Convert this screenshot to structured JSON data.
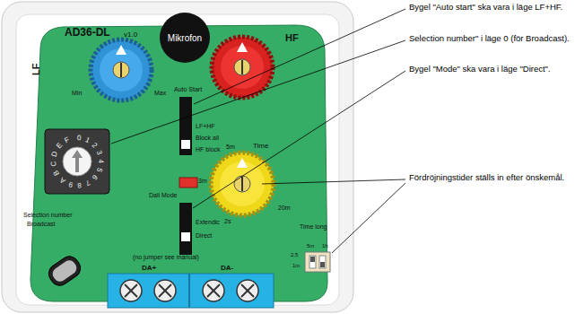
{
  "diagram": {
    "nodes": [
      {
        "text": [
          "Mikrofon"
        ]
      }
    ],
    "labels": [
      "AD36-DL",
      "v1.0",
      "LF",
      "HF",
      "Min",
      "Max",
      "Auto Start",
      "LF+HF",
      "Block all",
      "HF block",
      "Dali Mode",
      "Extendic",
      "Direct",
      "(no jumper see manual)",
      "Time",
      "5m",
      "3m",
      "20m",
      "2s",
      "Time long",
      "2,5",
      "1h",
      "5m",
      "1m",
      "Selection number",
      "Broadcast",
      "DA+",
      "DA-",
      "0123456789ABCDEF",
      "Bygel \"Auto start\" ska vara i läge LF+HF.",
      "Selection number\" i läge 0 (för Broadcast).",
      "Bygel \"Mode\" ska vara i läge \"Direct\".",
      "Fördröjningstider ställs in efter önskemål."
    ]
  }
}
